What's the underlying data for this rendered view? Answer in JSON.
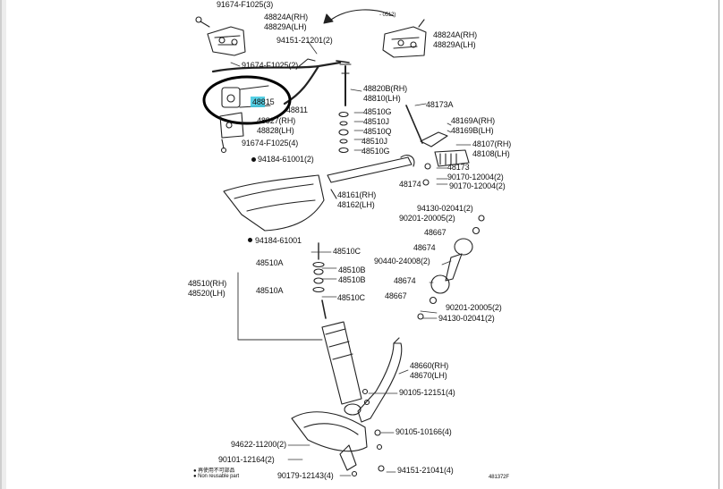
{
  "diagram": {
    "labels": {
      "p91674_top": "91674-F1025(3)",
      "p48824a_rh_top": "48824A(RH)",
      "p48829a_lh_top": "48829A(LH)",
      "date_note": "- 0512)",
      "p94151_21201": "94151-21201(2)",
      "p48824a_rh_right": "48824A(RH)",
      "p48829a_lh_right": "48829A(LH)",
      "p91674_mid": "91674-F1025(2)",
      "p48820b": "48820B(RH)",
      "p48810": "48810(LH)",
      "p48815": "48815",
      "p48173a": "48173A",
      "p48811": "48811",
      "p48510g_a": "48510G",
      "p48827": "48827(RH)",
      "p48510j_a": "48510J",
      "p48828": "48828(LH)",
      "p48169a": "48169A(RH)",
      "p48510q": "48510Q",
      "p48169b": "48169B(LH)",
      "p91674_low": "91674-F1025(4)",
      "p48510j_b": "48510J",
      "p48107": "48107(RH)",
      "p48510g_b": "48510G",
      "p48108": "48108(LH)",
      "p94184_a": "94184-61001(2)",
      "p48173": "48173",
      "p90170_a": "90170-12004(2)",
      "p48174": "48174",
      "p90170_b": "90170-12004(2)",
      "p48161": "48161(RH)",
      "p48162": "48162(LH)",
      "p94130_a": "94130-02041(2)",
      "p90201_a": "90201-20005(2)",
      "p48667_a": "48667",
      "p94184_b": "94184-61001",
      "p48674_a": "48674",
      "p48510c_a": "48510C",
      "p48510a_a": "48510A",
      "p90440": "90440-24008(2)",
      "p48510b_a": "48510B",
      "p48510rh": "48510(RH)",
      "p48674_b": "48674",
      "p48510b_b": "48510B",
      "p48520lh": "48520(LH)",
      "p48510a_b": "48510A",
      "p48667_b": "48667",
      "p48510c_b": "48510C",
      "p90201_b": "90201-20005(2)",
      "p94130_b": "94130-02041(2)",
      "p48660": "48660(RH)",
      "p48670": "48670(LH)",
      "p90105_12151": "90105-12151(4)",
      "p90105_10166": "90105-10166(4)",
      "p94622": "94622-11200(2)",
      "p90101": "90101-12164(2)",
      "p90179": "90179-12143(4)",
      "p94151_21041": "94151-21041(4)",
      "legend_jp": "● 再使用不可部品",
      "legend_en": "● Non reusable part",
      "figure_code": "481372F"
    }
  }
}
